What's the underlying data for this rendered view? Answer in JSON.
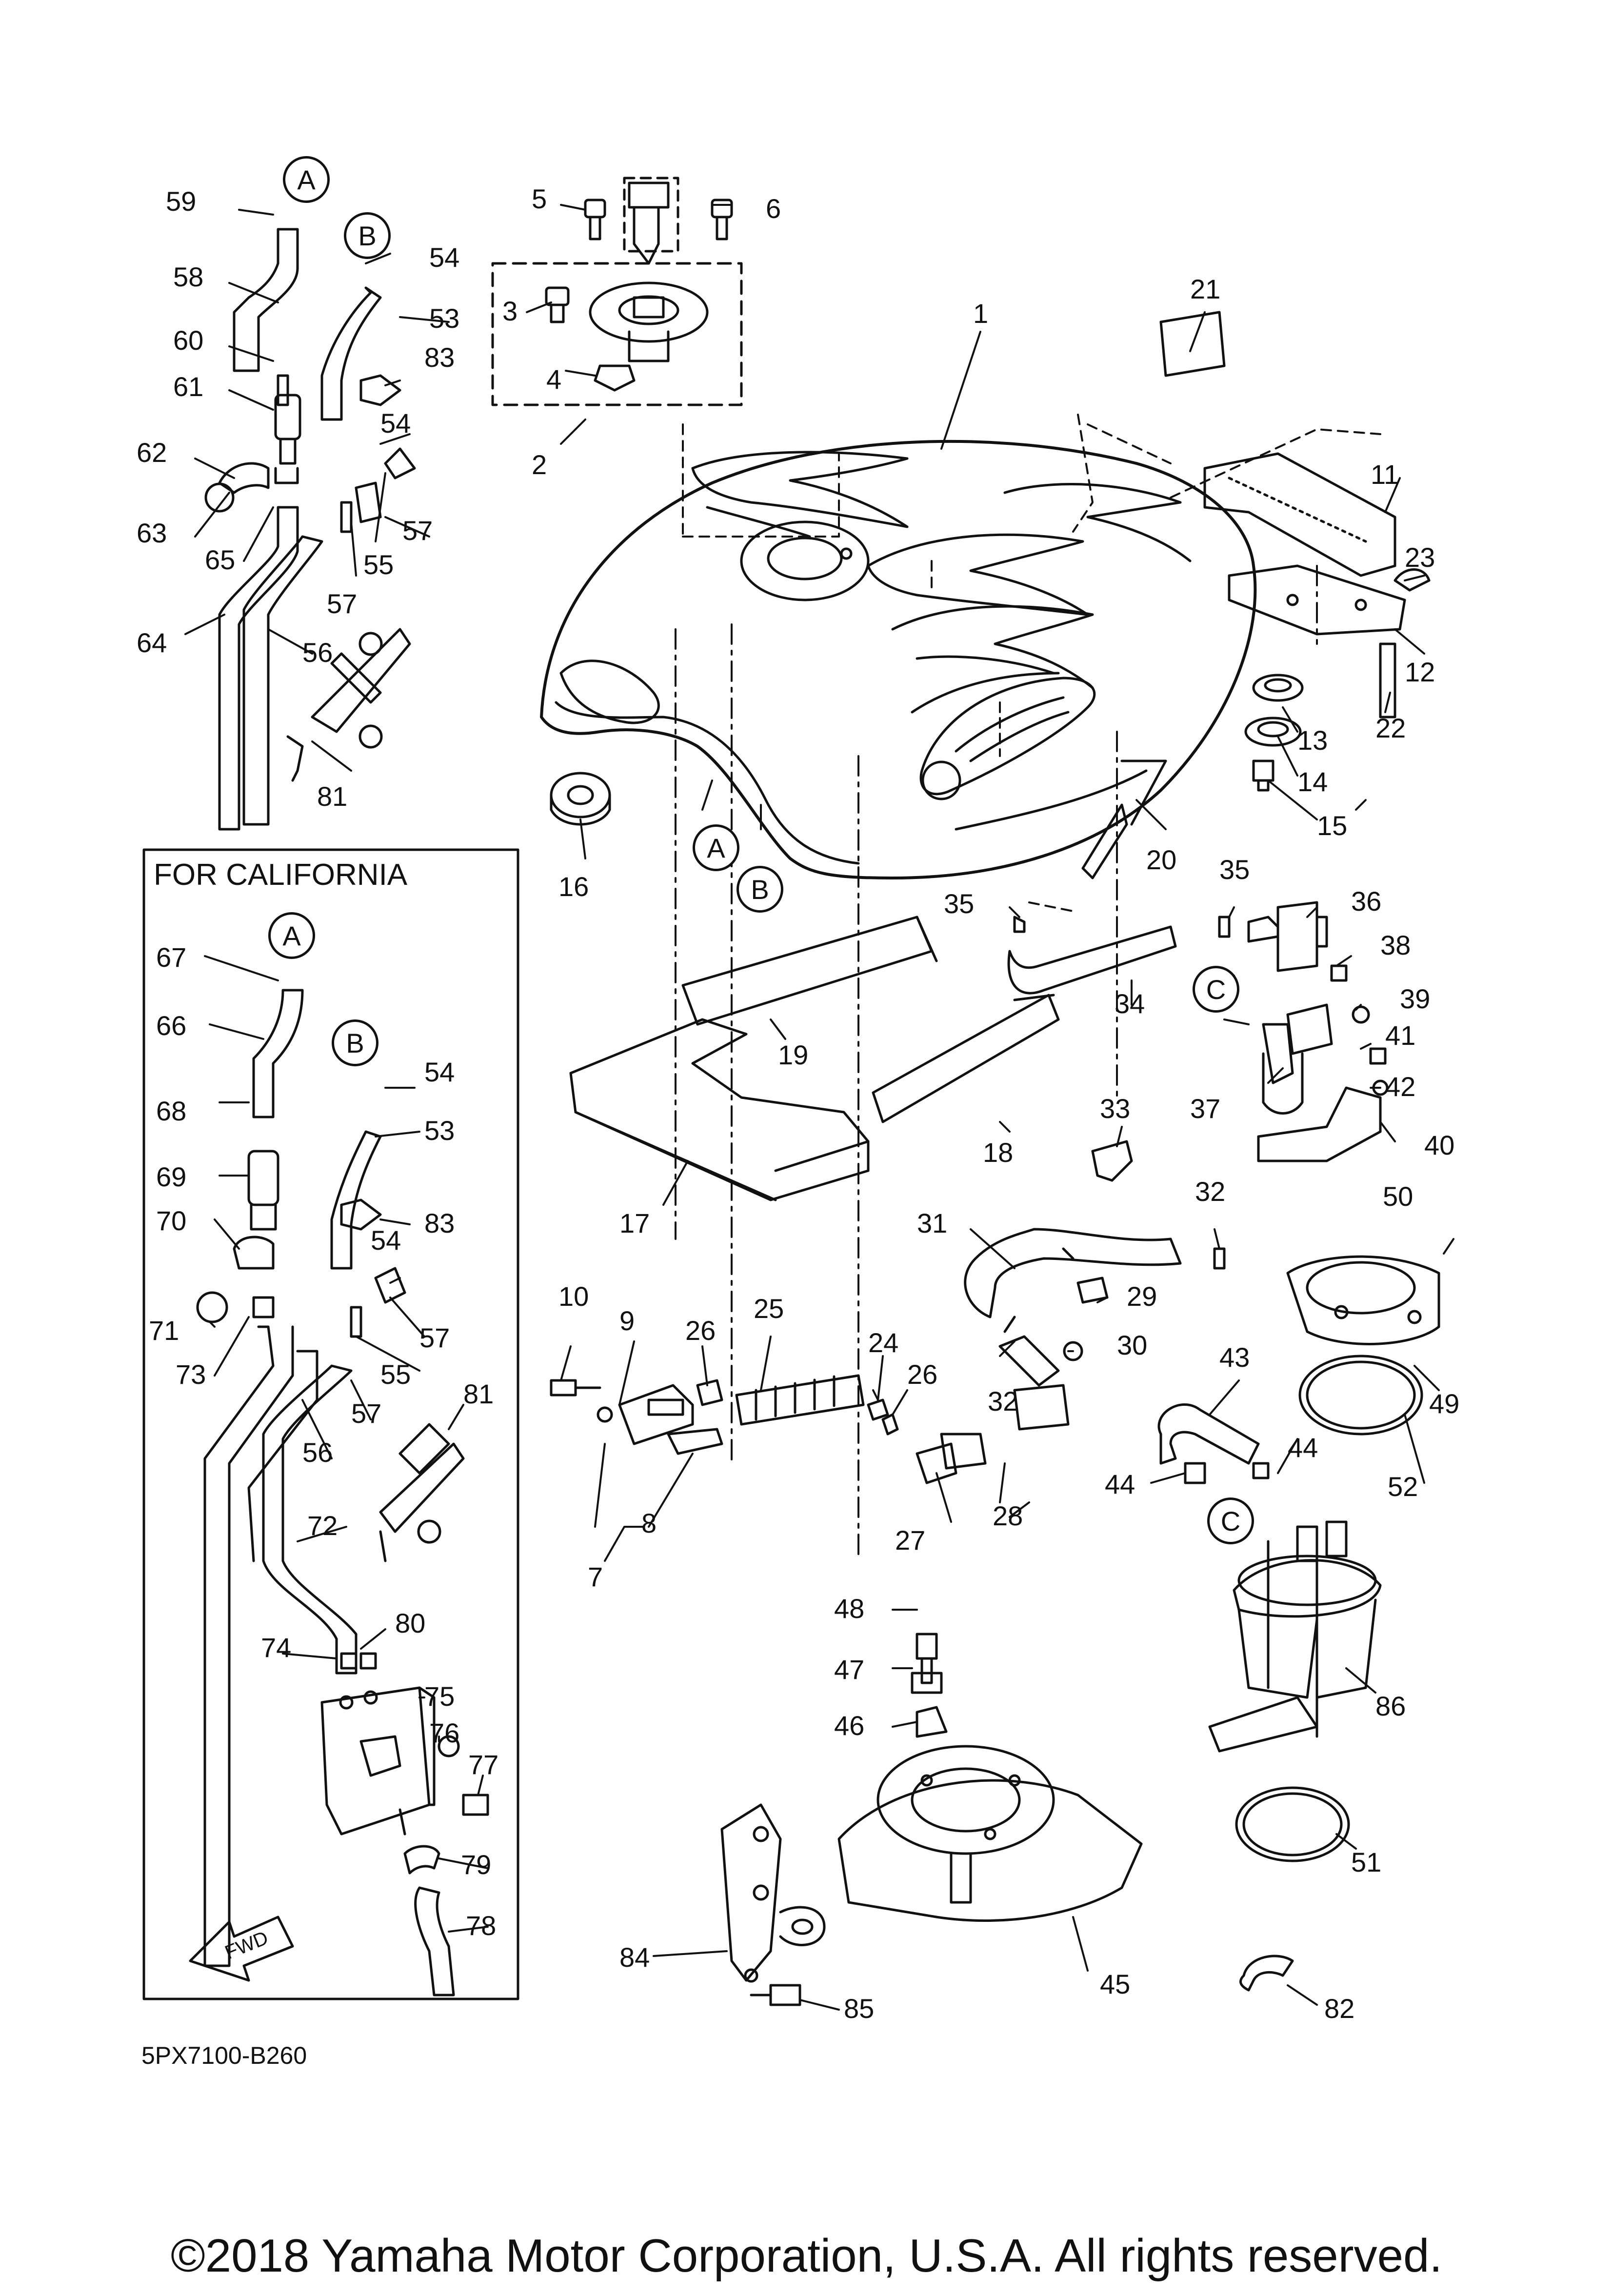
{
  "diagram": {
    "california_box_title": "FOR CALIFORNIA",
    "part_code": "5PX7100-B260",
    "fwd_label": "FWD",
    "copyright": "©2018 Yamaha Motor Corporation, U.S.A. All rights reserved.",
    "circle_refs": [
      "A",
      "B",
      "C"
    ],
    "callouts": [
      "1",
      "2",
      "3",
      "4",
      "5",
      "6",
      "7",
      "8",
      "9",
      "10",
      "11",
      "12",
      "13",
      "14",
      "15",
      "16",
      "17",
      "18",
      "19",
      "20",
      "21",
      "22",
      "23",
      "24",
      "25",
      "26",
      "27",
      "28",
      "29",
      "30",
      "31",
      "32",
      "33",
      "34",
      "35",
      "36",
      "37",
      "38",
      "39",
      "40",
      "41",
      "42",
      "43",
      "44",
      "45",
      "46",
      "47",
      "48",
      "49",
      "50",
      "51",
      "52",
      "53",
      "54",
      "55",
      "56",
      "57",
      "58",
      "59",
      "60",
      "61",
      "62",
      "63",
      "64",
      "65",
      "66",
      "67",
      "68",
      "69",
      "70",
      "71",
      "72",
      "73",
      "74",
      "75",
      "76",
      "77",
      "78",
      "79",
      "80",
      "81",
      "82",
      "83",
      "84",
      "85",
      "86"
    ]
  }
}
